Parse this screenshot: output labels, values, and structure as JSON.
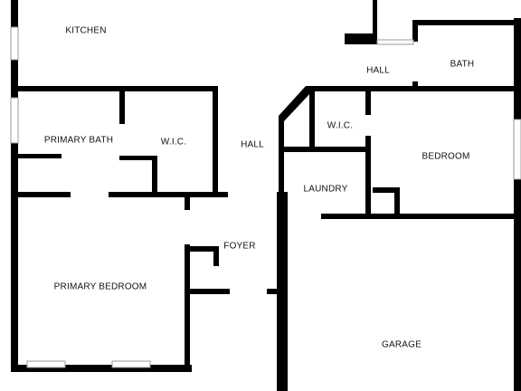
{
  "rooms": {
    "kitchen": "KITCHEN",
    "hall_top": "HALL",
    "bath": "BATH",
    "primary_bath": "PRIMARY BATH",
    "wic_left": "W.I.C.",
    "hall_center": "HALL",
    "wic_right": "W.I.C.",
    "bedroom": "BEDROOM",
    "laundry": "LAUNDRY",
    "foyer": "FOYER",
    "primary_bedroom": "PRIMARY BEDROOM",
    "garage": "GARAGE"
  },
  "colors": {
    "wall": "#000000",
    "background": "#ffffff",
    "window": "#9a9a9a"
  }
}
